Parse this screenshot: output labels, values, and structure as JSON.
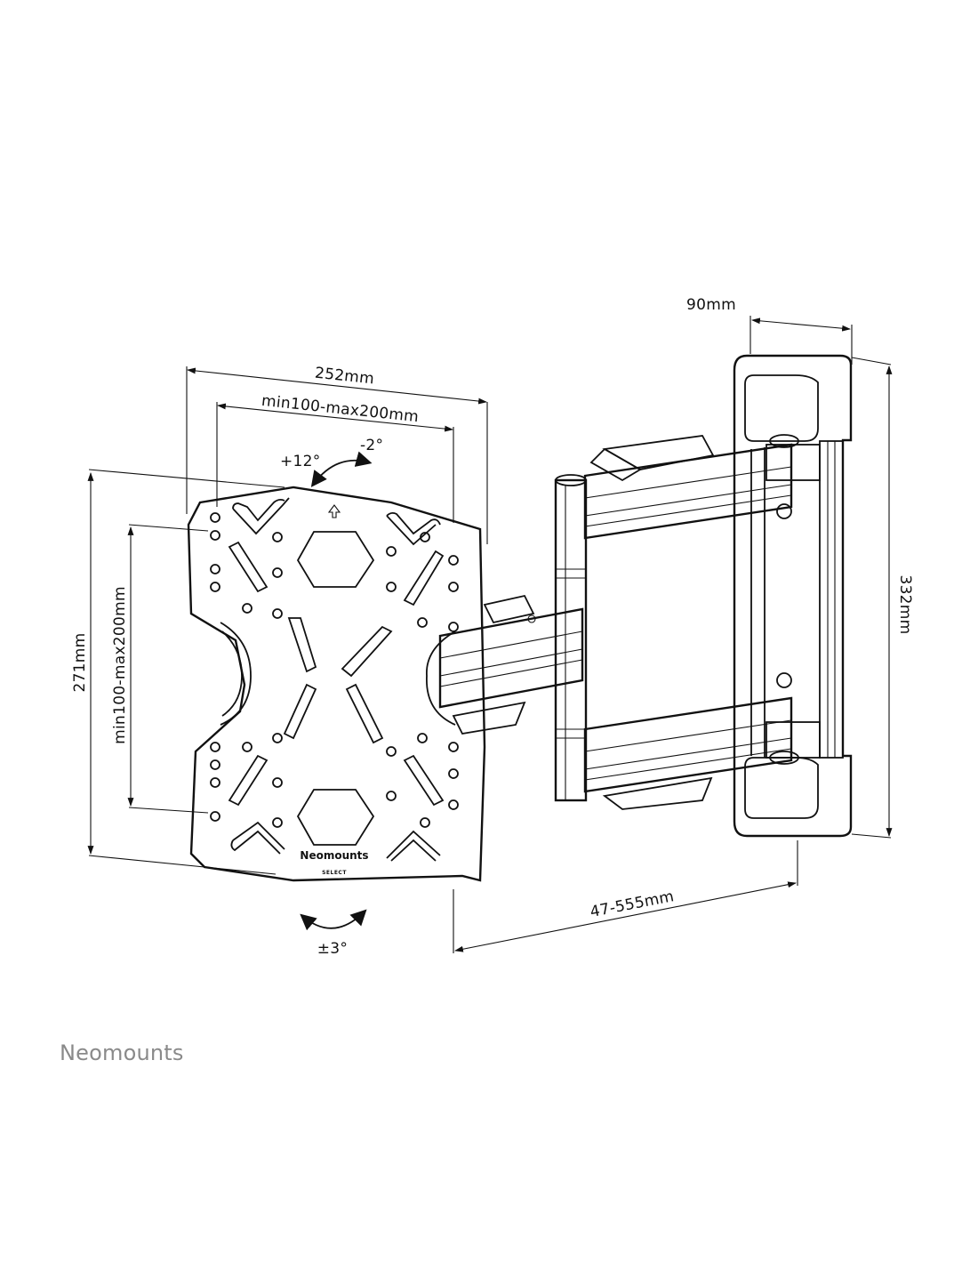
{
  "labels": {
    "plate_width": "252mm",
    "vesa_horizontal": "min100-max200mm",
    "tilt_up": "+12°",
    "tilt_down": "-2°",
    "plate_height": "271mm",
    "vesa_vertical": "min100-max200mm",
    "rotation": "±3°",
    "extension": "47-555mm",
    "wall_plate_depth": "90mm",
    "wall_plate_height": "332mm"
  },
  "plate_logo": {
    "brand": "Neomounts",
    "line": "SELECT"
  },
  "footer": {
    "brand": "Neomounts"
  },
  "colors": {
    "line": "#111111",
    "brand_gray": "#8a8a8a"
  }
}
